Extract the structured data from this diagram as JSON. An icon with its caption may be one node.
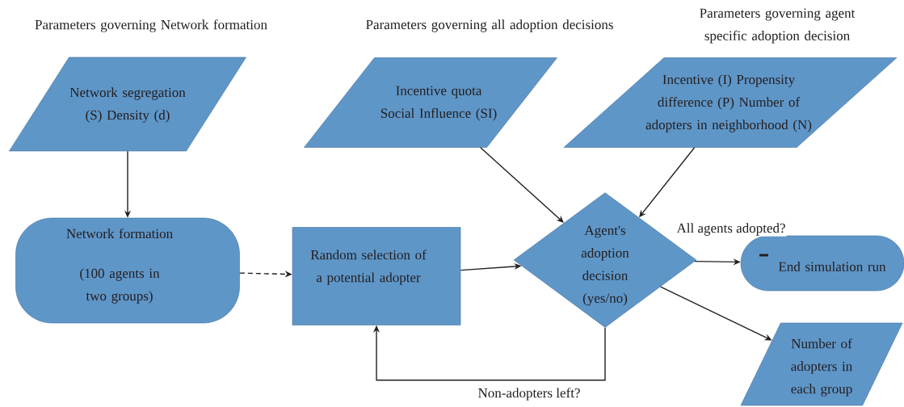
{
  "diagram": {
    "nodes": [
      {
        "text": [
          "Parameters governing Network formation",
          "Network segregation (S) Density (d)"
        ]
      },
      {
        "text": [
          "Parameters governing all adoption decisions",
          "Incentive quota Social Influence (SI)"
        ]
      },
      {
        "text": [
          "Parameters governing agent specific adoption decision",
          "Incentive (I) Propensity difference (P) Number of adopters in neighborhood (N)"
        ]
      },
      {
        "text": [
          "Network formation",
          "(100 agents in two groups)"
        ]
      },
      {
        "text": [
          "Random selection of a potential adopter"
        ]
      },
      {
        "text": [
          "Agent's adoption decision (yes/no)"
        ]
      },
      {
        "text": [
          "End simulation run"
        ]
      },
      {
        "text": [
          "Number of adopters in each group"
        ]
      }
    ],
    "edges": [
      {
        "from": 0,
        "to": 3,
        "arrow": "to"
      },
      {
        "from": 3,
        "to": 4,
        "arrow": "to",
        "style": "dashed"
      },
      {
        "from": 4,
        "to": 5,
        "arrow": "to"
      },
      {
        "from": 1,
        "to": 5,
        "arrow": "to"
      },
      {
        "from": 2,
        "to": 5,
        "arrow": "to"
      },
      {
        "from": 5,
        "to": 6,
        "arrow": "to",
        "label": "All agents adopted?"
      },
      {
        "from": 5,
        "to": 7,
        "arrow": "to"
      },
      {
        "from": 5,
        "to": 4,
        "arrow": "to",
        "label": "Non-adopters left?"
      }
    ]
  }
}
